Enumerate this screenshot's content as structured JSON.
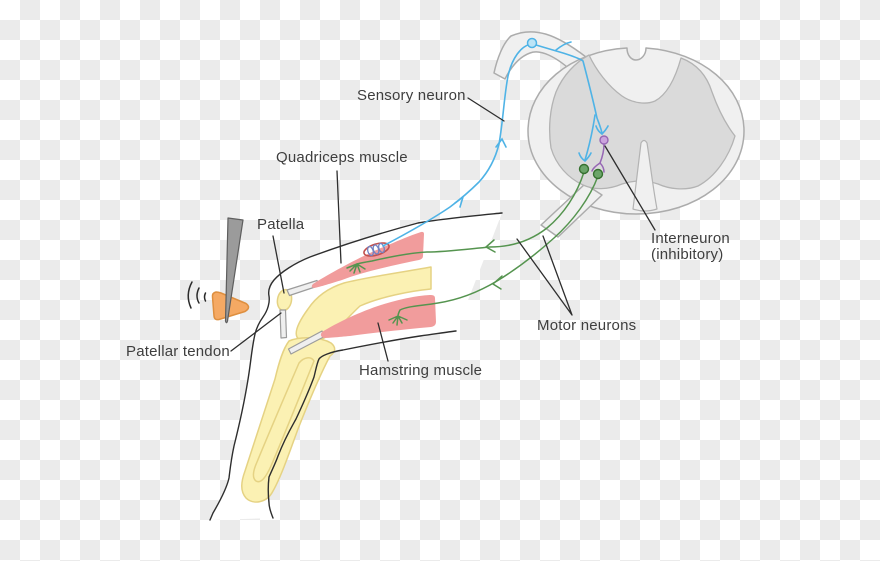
{
  "figure": {
    "description": "Knee-jerk (patellar) reflex arc diagram: reflex hammer striking patellar tendon, leg with muscles and bones, spinal cord cross-section with sensory neuron, inhibitory interneuron and motor neurons",
    "labels": {
      "sensory_neuron": "Sensory neuron",
      "quadriceps_muscle": "Quadriceps muscle",
      "patella": "Patella",
      "patellar_tendon": "Patellar tendon",
      "hamstring_muscle": "Hamstring muscle",
      "motor_neurons": "Motor neurons",
      "interneuron_line1": "Interneuron",
      "interneuron_line2": "(inhibitory)"
    },
    "colors": {
      "sensory_neuron_blue": "#4FB3E6",
      "motor_neuron_green": "#55944F",
      "interneuron_purple": "#9666B4",
      "muscle_pink": "#F19C9C",
      "bone_yellow": "#FBF1B3",
      "hammer_orange": "#F5A963",
      "hammer_handle_gray": "#9B9B9B",
      "spinal_cord_white_matter": "#F0F0F0",
      "spinal_cord_gray_matter": "#DADADA",
      "label_text": "#3E3E3E",
      "outline": "#2E2E2E",
      "checker_gray": "#EBEBEB"
    }
  }
}
